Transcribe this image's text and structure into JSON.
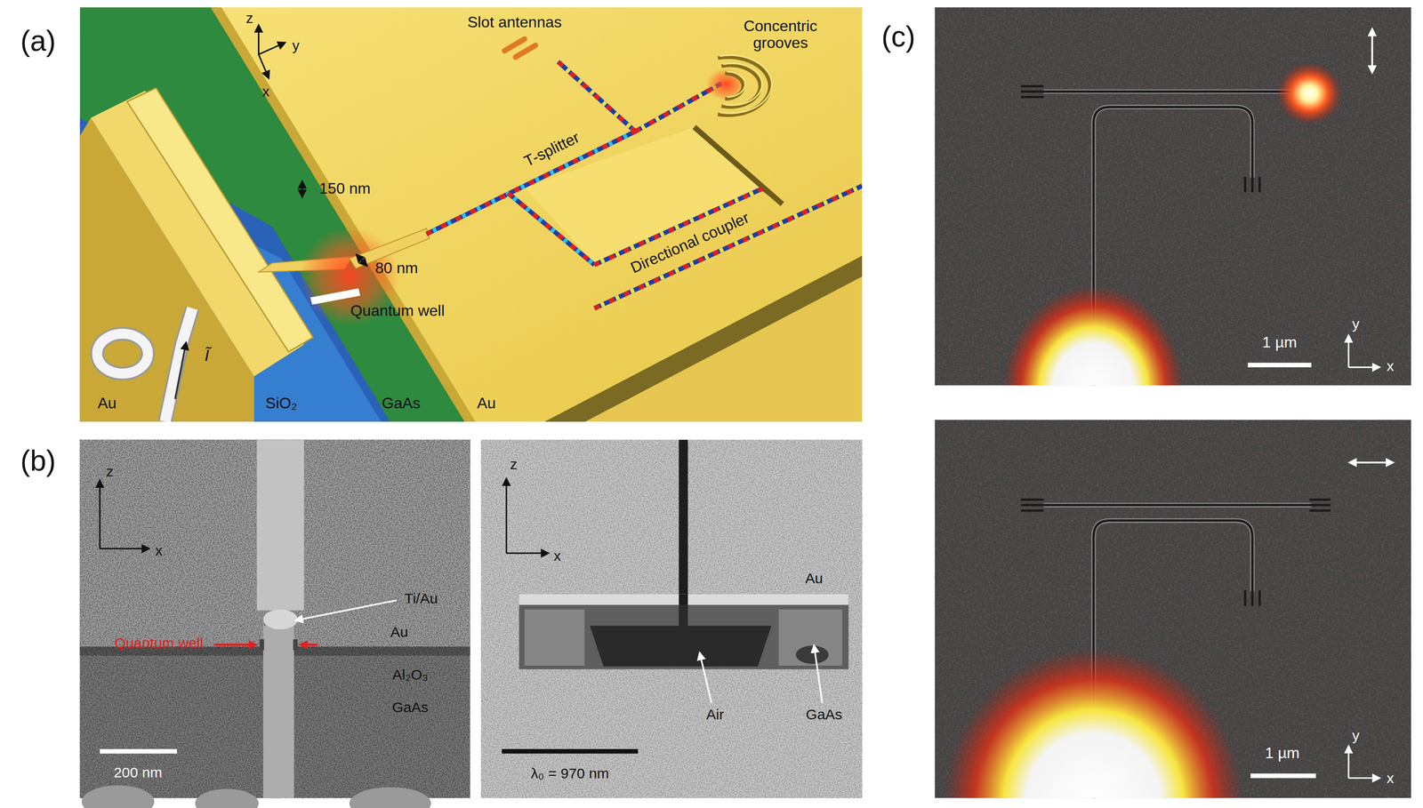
{
  "diagram": {
    "labels": [
      "(a)",
      "z",
      "y",
      "x",
      "Slot antennas",
      "Concentric grooves",
      "T-splitter",
      "150 nm",
      "Directional coupler",
      "80 nm",
      "Quantum well",
      "Ĩ",
      "Au",
      "SiO₂",
      "GaAs",
      "Au",
      "(b)",
      "z",
      "x",
      "Ti/Au",
      "Quantum well",
      "Au",
      "Al₂O₃",
      "GaAs",
      "200 nm",
      "z",
      "x",
      "Au",
      "Air",
      "GaAs",
      "λ₀ = 970 nm",
      "(c)",
      "1 µm",
      "y",
      "x",
      "1 µm",
      "y",
      "x"
    ]
  }
}
